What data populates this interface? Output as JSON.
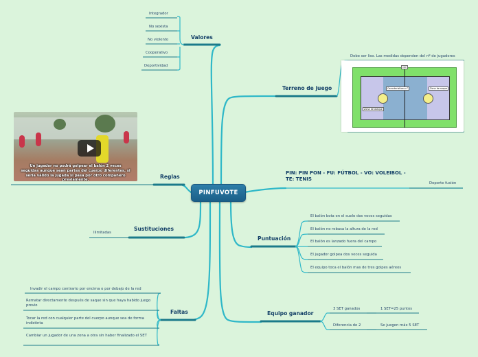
{
  "center": "PINFUVOTE",
  "colors": {
    "background": "#dbf4dc",
    "line": "#2fb8c8",
    "branch_underline": "#1b7a8a",
    "center_fill": "#1b5f88"
  },
  "valores": {
    "title": "Valores",
    "items": [
      "Integrador",
      "No sexista",
      "No violento",
      "Cooperativo",
      "Deportividad"
    ]
  },
  "terreno": {
    "title": "Terreno de juego",
    "note": "Debe ser liso. Las medidas dependen del nº de jugadores",
    "image_labels": {
      "net": "red",
      "ball_left": "Caracteristicas n°",
      "ball_right": "Zona de saque",
      "zone": "Zona de ataque"
    }
  },
  "regla": {
    "title": "Reglas",
    "video_caption": "Un jugador no podrá golpear el balón 2 veces seguidas aunque sean partes del cuerpo diferentes, si sería válido la jugada si pasa por otro compañero previamente."
  },
  "pin": {
    "title": "PIN: PIN PON - FU: FÚTBOL - VO: VOLEIBOL - TE: TENIS",
    "child": "Deporte fusión"
  },
  "sustituciones": {
    "title": "Sustituciones",
    "child": "Ilimitadas"
  },
  "puntuacion": {
    "title": "Puntuación",
    "items": [
      "El balón bota en el suelo dos veces seguidas",
      "El balón no rebasa la altura de la red",
      "El balón es lanzado fuera del campo",
      "El jugador golpea dos veces seguida",
      "El equipo toca el balón mas de tres golpes aéreos"
    ]
  },
  "faltas": {
    "title": "Faltas",
    "items": [
      "Invadir el campo contrario por encima o por debajo de la red",
      "Rematar directamente después de saque sin que haya habido juego previo",
      "Tocar la red con cualquier parte del cuerpo aunque sea de forma indistinta",
      "Cambiar un jugador de una zona a otra sin haber finalizado el SET"
    ]
  },
  "equipo": {
    "title": "Equipo ganador",
    "rows": [
      {
        "left": "3 SET ganados",
        "right": "1 SET=25 puntos"
      },
      {
        "left": "Diferencia de 2",
        "right": "Se juegen máx 5 SET"
      }
    ]
  }
}
